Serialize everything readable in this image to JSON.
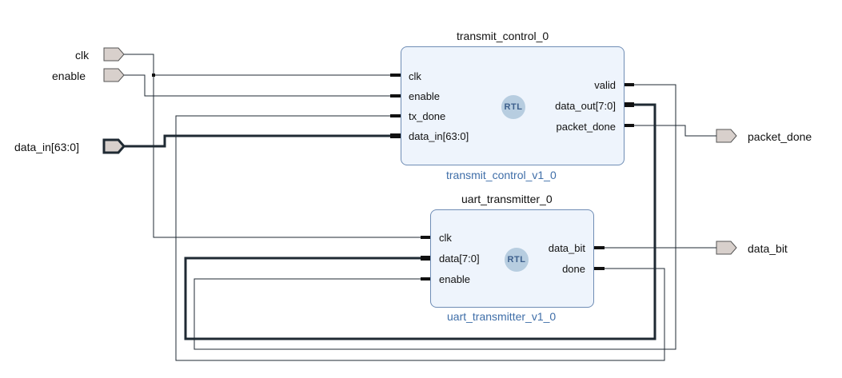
{
  "ports": {
    "clk": "clk",
    "enable": "enable",
    "data_in": "data_in[63:0]",
    "packet_done": "packet_done",
    "data_bit": "data_bit"
  },
  "tc": {
    "title": "transmit_control_0",
    "subtitle": "transmit_control_v1_0",
    "badge": "RTL",
    "inputs": [
      "clk",
      "enable",
      "tx_done",
      "data_in[63:0]"
    ],
    "outputs": [
      "valid",
      "data_out[7:0]",
      "packet_done"
    ]
  },
  "ut": {
    "title": "uart_transmitter_0",
    "subtitle": "uart_transmitter_v1_0",
    "badge": "RTL",
    "inputs": [
      "clk",
      "data[7:0]",
      "enable"
    ],
    "outputs": [
      "data_bit",
      "done"
    ]
  },
  "colors": {
    "block_fill": "#eef4fc",
    "block_border": "#6f8db5",
    "wire": "#1f2a33",
    "port_fill": "#d8d0cc",
    "subtitle": "#3f6ea8"
  }
}
